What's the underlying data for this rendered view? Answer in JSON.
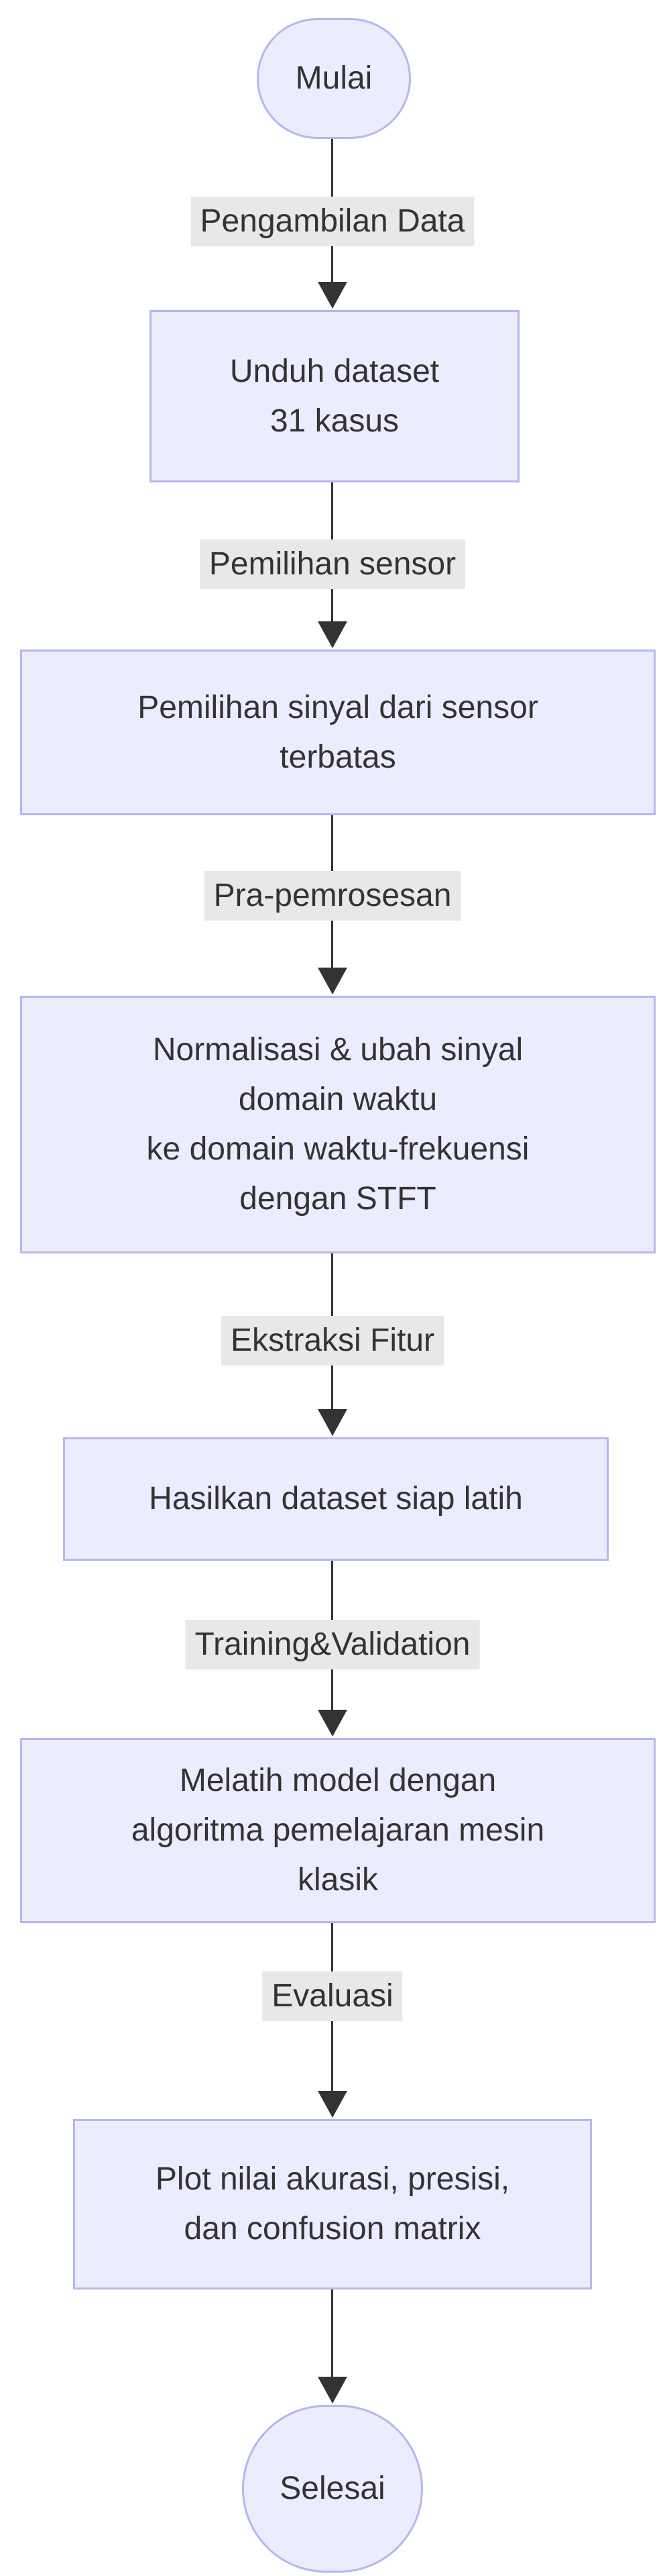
{
  "diagram": {
    "type": "flowchart",
    "direction": "top-down",
    "nodes": [
      {
        "id": "start",
        "shape": "stadium",
        "lines": [
          "Mulai"
        ]
      },
      {
        "id": "download",
        "shape": "rect",
        "lines": [
          "Unduh dataset",
          "31 kasus"
        ]
      },
      {
        "id": "select",
        "shape": "rect",
        "lines": [
          "Pemilihan sinyal dari sensor",
          "terbatas"
        ]
      },
      {
        "id": "preprocess",
        "shape": "rect",
        "lines": [
          "Normalisasi & ubah sinyal",
          "domain waktu",
          "ke domain waktu-frekuensi",
          "dengan STFT"
        ]
      },
      {
        "id": "dataset",
        "shape": "rect",
        "lines": [
          "Hasilkan dataset siap latih"
        ]
      },
      {
        "id": "train",
        "shape": "rect",
        "lines": [
          "Melatih model dengan",
          "algoritma pemelajaran mesin",
          "klasik"
        ]
      },
      {
        "id": "plot",
        "shape": "rect",
        "lines": [
          "Plot nilai akurasi, presisi,",
          "dan confusion matrix"
        ]
      },
      {
        "id": "end",
        "shape": "stadium",
        "lines": [
          "Selesai"
        ]
      }
    ],
    "edges": [
      {
        "from": "start",
        "to": "download",
        "label": "Pengambilan Data"
      },
      {
        "from": "download",
        "to": "select",
        "label": "Pemilihan sensor"
      },
      {
        "from": "select",
        "to": "preprocess",
        "label": "Pra-pemrosesan"
      },
      {
        "from": "preprocess",
        "to": "dataset",
        "label": "Ekstraksi Fitur"
      },
      {
        "from": "dataset",
        "to": "train",
        "label": "Training&Validation"
      },
      {
        "from": "train",
        "to": "plot",
        "label": "Evaluasi"
      },
      {
        "from": "plot",
        "to": "end",
        "label": ""
      }
    ]
  },
  "theme": {
    "background": "#ffffff",
    "node_fill": "#ECECFF",
    "node_border": "#B6B6EF",
    "node_text": "#333333",
    "edge_color": "#333333",
    "edge_label_bg": "#E8E8E8",
    "edge_label_text": "#333333"
  }
}
